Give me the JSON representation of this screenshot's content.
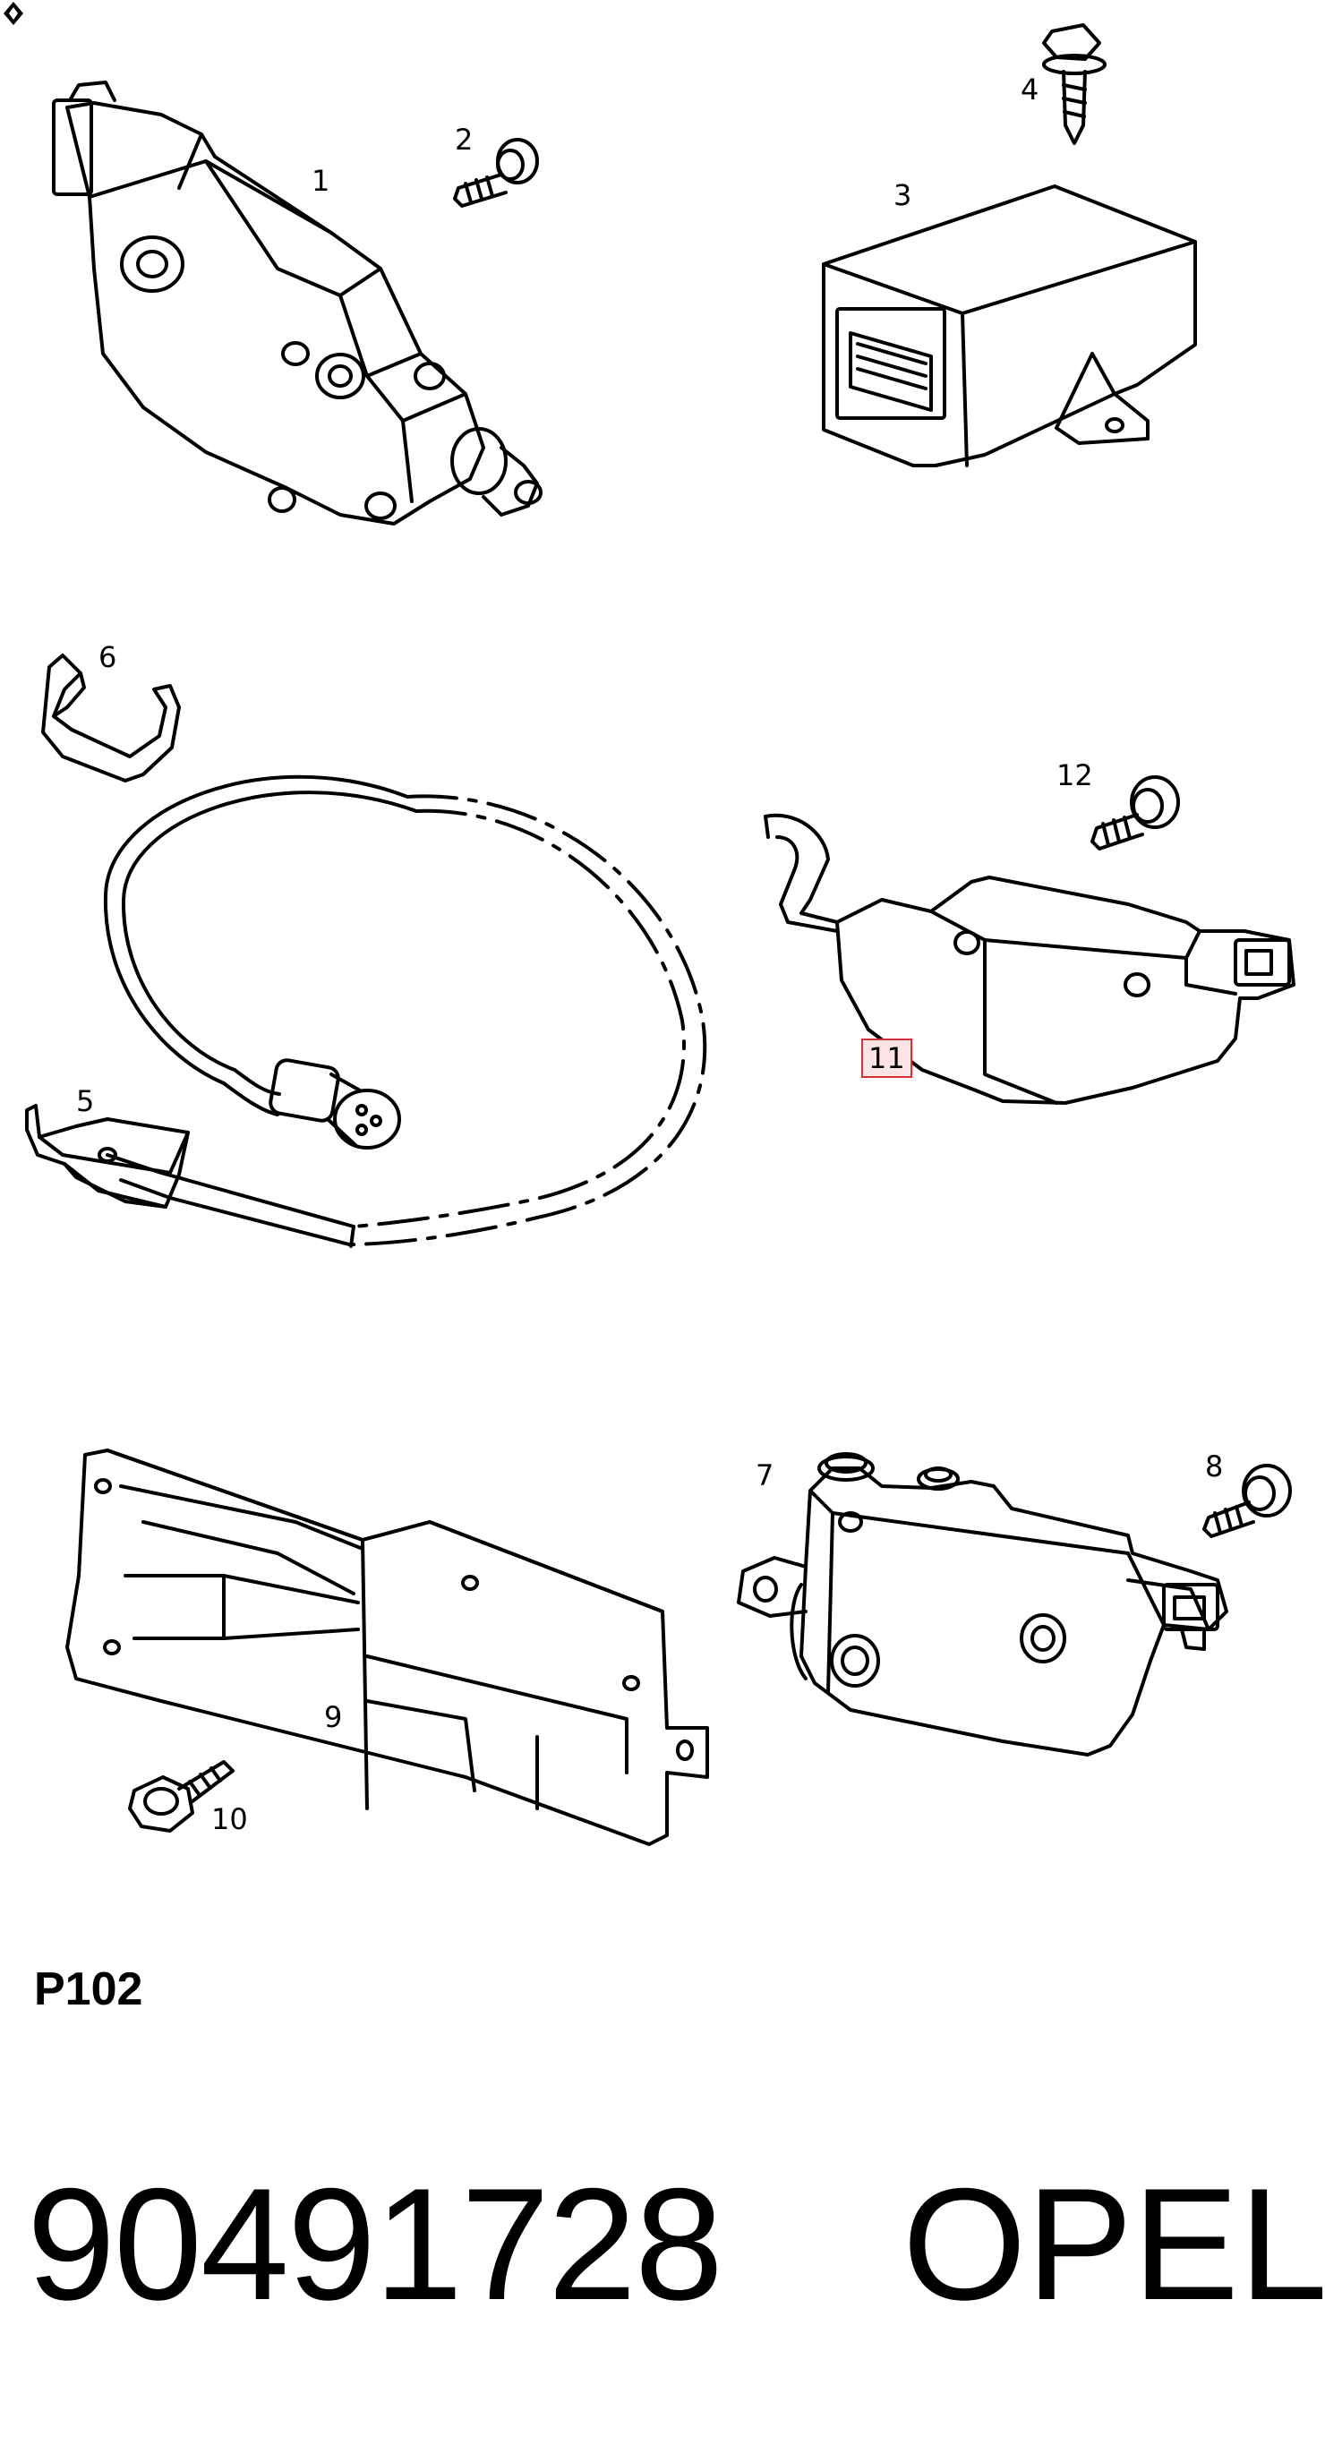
{
  "diagram": {
    "callouts": [
      {
        "id": "1",
        "label": "1",
        "highlighted": false
      },
      {
        "id": "2",
        "label": "2",
        "highlighted": false
      },
      {
        "id": "3",
        "label": "3",
        "highlighted": false
      },
      {
        "id": "4",
        "label": "4",
        "highlighted": false
      },
      {
        "id": "5",
        "label": "5",
        "highlighted": false
      },
      {
        "id": "6",
        "label": "6",
        "highlighted": false
      },
      {
        "id": "7",
        "label": "7",
        "highlighted": false
      },
      {
        "id": "8",
        "label": "8",
        "highlighted": false
      },
      {
        "id": "9",
        "label": "9",
        "highlighted": false
      },
      {
        "id": "10",
        "label": "10",
        "highlighted": false
      },
      {
        "id": "11",
        "label": "11",
        "highlighted": true
      },
      {
        "id": "12",
        "label": "12",
        "highlighted": false
      }
    ],
    "highlight_color": "#d6333a",
    "highlight_fill": "#fde3e4"
  },
  "section_code": "P102",
  "footer": {
    "part_number": "90491728",
    "brand": "OPEL"
  }
}
